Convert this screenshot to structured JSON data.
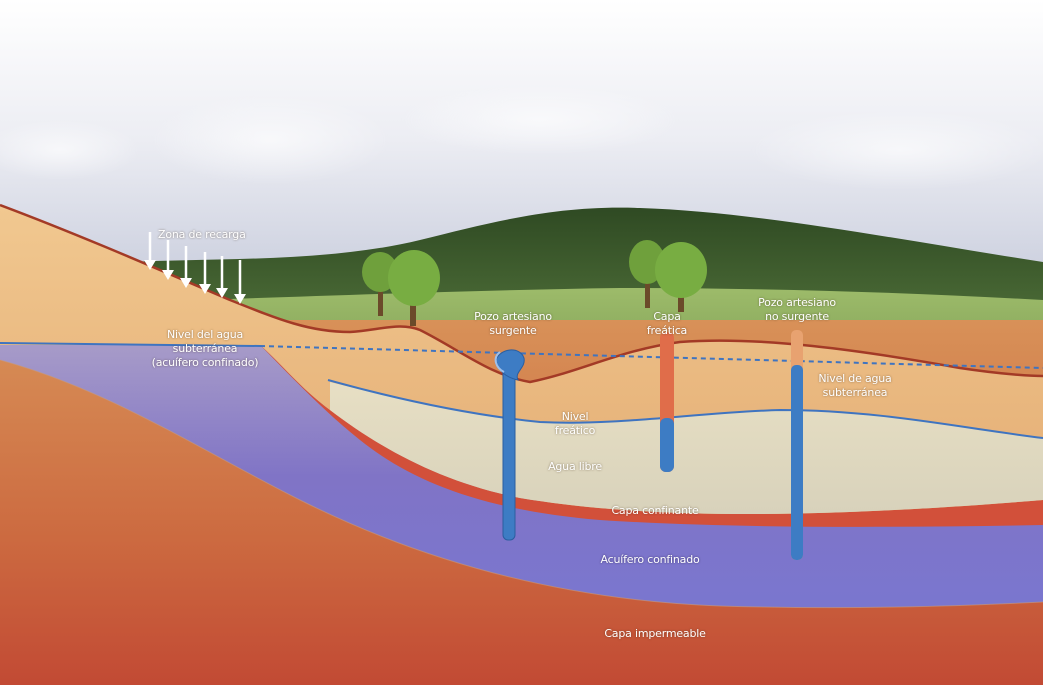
{
  "diagram": {
    "labels": {
      "recharge_zone": "Zona de recarga",
      "water_level_confined_1": "Nivel del agua",
      "water_level_confined_2": "subterránea",
      "water_level_confined_3": "(acuífero confinado)",
      "flowing_well_1": "Pozo artesiano",
      "flowing_well_2": "surgente",
      "water_table_layer_1": "Capa",
      "water_table_layer_2": "freática",
      "nonflowing_well_1": "Pozo artesiano",
      "nonflowing_well_2": "no surgente",
      "groundwater_level_1": "Nivel de agua",
      "groundwater_level_2": "subterránea",
      "water_table_1": "Nivel",
      "water_table_2": "freático",
      "free_water": "Agua libre",
      "confining_layer": "Capa confinante",
      "confined_aquifer": "Acuífero confinado",
      "impermeable_layer": "Capa impermeable"
    },
    "colors": {
      "sky_top": "#ffffff",
      "sky_bottom": "#b9bfd4",
      "forest": "#3e5a2e",
      "meadow": "#88a75c",
      "sand": "#e8b77a",
      "free_water": "#ddd7bd",
      "confining": "#d4553a",
      "aquifer": "#7f78c8",
      "deep_ground": "#c9623e",
      "well_water": "#3d7cc4",
      "water_line": "#3f74c0"
    }
  }
}
